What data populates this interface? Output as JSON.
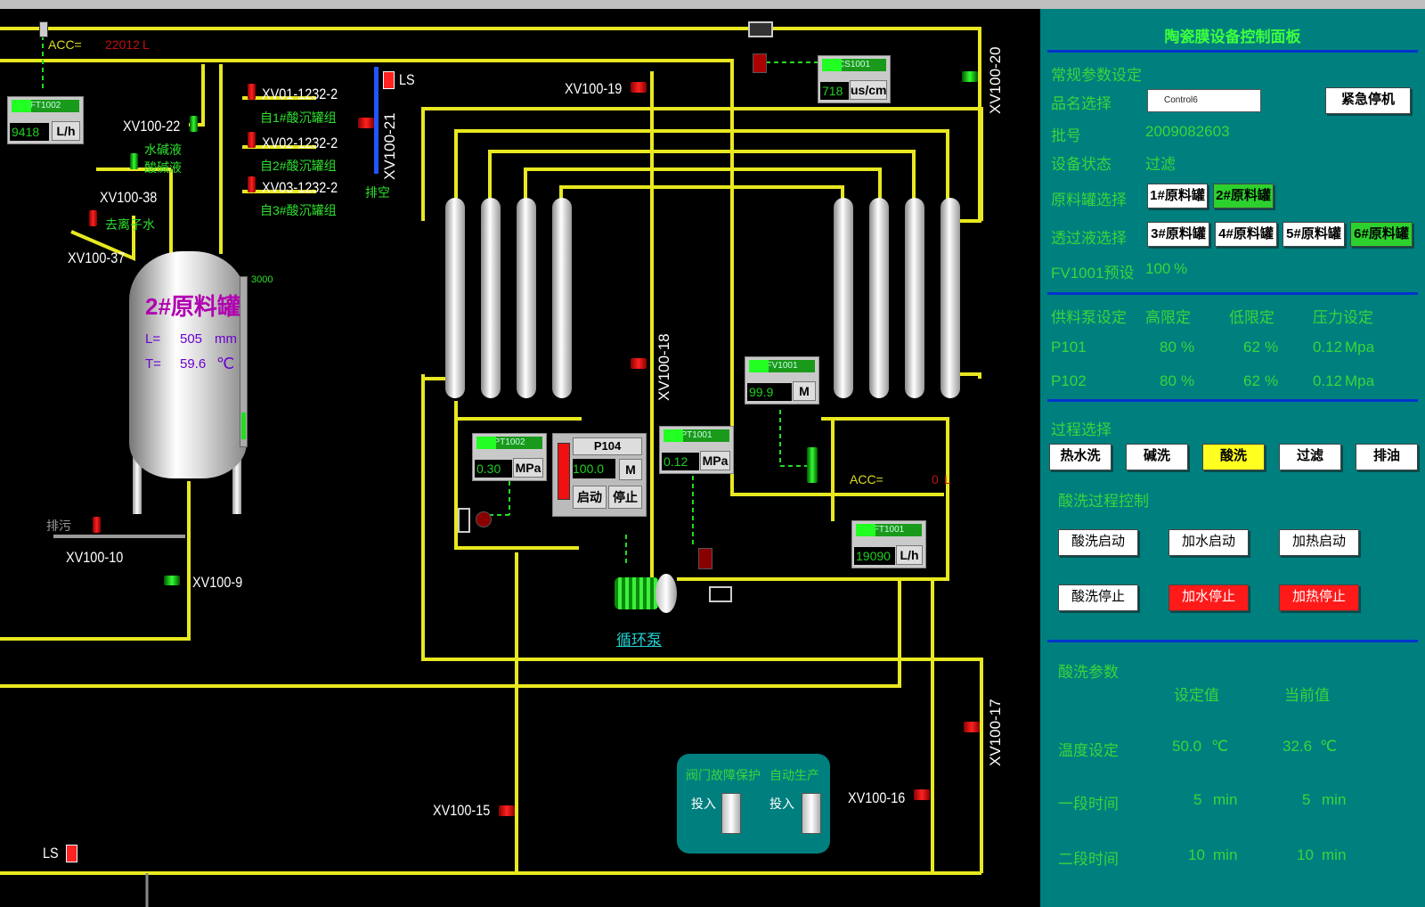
{
  "scada": {
    "acc_top_label": "ACC=",
    "acc_top_value": "22012",
    "acc_top_unit": "L",
    "ft1002": {
      "tag": "FT1002",
      "value": "9418",
      "unit": "L/h"
    },
    "cs1001": {
      "tag": "CS1001",
      "value": "718",
      "unit": "us/cm"
    },
    "pt1002": {
      "tag": "PT1002",
      "value": "0.30",
      "unit": "MPa"
    },
    "pt1001": {
      "tag": "PT1001",
      "value": "0.12",
      "unit": "MPa"
    },
    "fv1001": {
      "tag": "FV1001",
      "value": "99.9",
      "unit": "M"
    },
    "ft1001": {
      "tag": "FT1001",
      "value": "19090",
      "unit": "L/h"
    },
    "p104": {
      "tag": "P104",
      "value": "100.0",
      "unit": "M",
      "start": "启动",
      "stop": "停止"
    },
    "acc_mid_label": "ACC=",
    "acc_mid_value": "0",
    "acc_mid_unit": "L",
    "valves": {
      "xv01": "XV01-1232-2",
      "xv02": "XV02-1232-2",
      "xv03": "XV03-1232-2",
      "xv100_22": "XV100-22",
      "xv100_38": "XV100-38",
      "xv100_37": "XV100-37",
      "xv100_21": "XV100-21",
      "xv100_19": "XV100-19",
      "xv100_20": "XV100-20",
      "xv100_18": "XV100-18",
      "xv100_10": "XV100-10",
      "xv100_9": "XV100-9",
      "xv100_15": "XV100-15",
      "xv100_16": "XV100-16",
      "xv100_17": "XV100-17"
    },
    "tank_links": [
      "自1#酸沉罐组",
      "自2#酸沉罐组",
      "自3#酸沉罐组"
    ],
    "water_labels": [
      "水碱液",
      "酸碱液"
    ],
    "deion_label": "去离子水",
    "drain_label": "排空",
    "sewage_label": "排污",
    "ls": "LS",
    "tank": {
      "name": "2#原料罐",
      "l_label": "L=",
      "l_value": "505",
      "l_unit": "mm",
      "t_label": "T=",
      "t_value": "59.6",
      "t_unit": "℃",
      "scale_max": "3000"
    },
    "pump_label": "循环泵",
    "protect": {
      "title1": "阀门故障保护",
      "title2": "自动生产",
      "on1": "投入",
      "on2": "投入"
    }
  },
  "panel": {
    "title": "陶瓷膜设备控制面板",
    "section_general": "常规参数设定",
    "product_label": "品名选择",
    "product_value": "Control6",
    "estop": "紧急停机",
    "batch_label": "批号",
    "batch_value": "2009082603",
    "status_label": "设备状态",
    "status_value": "过滤",
    "feed_label": "原料罐选择",
    "feed_btns": [
      "1#原料罐",
      "2#原料罐"
    ],
    "permeate_label": "透过液选择",
    "permeate_btns": [
      "3#原料罐",
      "4#原料罐",
      "5#原料罐",
      "6#原料罐"
    ],
    "fv_label": "FV1001预设",
    "fv_value": "100",
    "fv_unit": "%",
    "pump_hdr": [
      "供料泵设定",
      "高限定",
      "低限定",
      "压力设定"
    ],
    "pumps": [
      {
        "name": "P101",
        "hi": "80",
        "hi_u": "%",
        "lo": "62",
        "lo_u": "%",
        "p": "0.12",
        "p_u": "Mpa"
      },
      {
        "name": "P102",
        "hi": "80",
        "hi_u": "%",
        "lo": "62",
        "lo_u": "%",
        "p": "0.12",
        "p_u": "Mpa"
      }
    ],
    "process_label": "过程选择",
    "process_btns": [
      "热水洗",
      "碱洗",
      "酸洗",
      "过滤",
      "排油"
    ],
    "acid_ctrl_label": "酸洗过程控制",
    "acid_btns": [
      "酸洗启动",
      "加水启动",
      "加热启动",
      "酸洗停止",
      "加水停止",
      "加热停止"
    ],
    "acid_params_label": "酸洗参数",
    "col_set": "设定值",
    "col_cur": "当前值",
    "params": [
      {
        "name": "温度设定",
        "set": "50.0",
        "set_u": "℃",
        "cur": "32.6",
        "cur_u": "℃"
      },
      {
        "name": "一段时间",
        "set": "5",
        "set_u": "min",
        "cur": "5",
        "cur_u": "min"
      },
      {
        "name": "二段时间",
        "set": "10",
        "set_u": "min",
        "cur": "10",
        "cur_u": "min"
      }
    ],
    "colors": {
      "bg": "#007f7f",
      "accent": "#3ad63a",
      "alarm": "#ff1a1a",
      "active": "#ffff20"
    }
  }
}
